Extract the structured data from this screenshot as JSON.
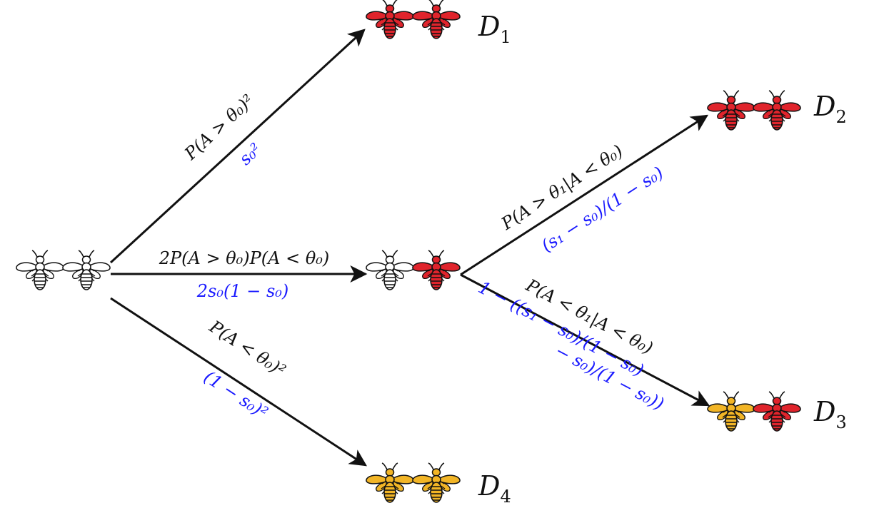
{
  "colors": {
    "unassigned": "#ffffff",
    "red": "#e0242c",
    "yellow": "#f2b526",
    "outline": "#111111",
    "blue_text": "#1a1aff"
  },
  "nodes": {
    "root": {
      "bees": [
        "white",
        "white"
      ]
    },
    "mid": {
      "bees": [
        "white",
        "red"
      ]
    },
    "d1": {
      "label": "D",
      "sub": "1",
      "bees": [
        "red",
        "red"
      ]
    },
    "d2": {
      "label": "D",
      "sub": "2",
      "bees": [
        "red",
        "red"
      ]
    },
    "d3": {
      "label": "D",
      "sub": "3",
      "bees": [
        "yellow",
        "red"
      ]
    },
    "d4": {
      "label": "D",
      "sub": "4",
      "bees": [
        "yellow",
        "yellow"
      ]
    }
  },
  "edges": {
    "root_d1": {
      "black": "P(A > θ₀)²",
      "blue": "s₀²"
    },
    "root_mid": {
      "black": "2P(A > θ₀)P(A < θ₀)",
      "blue": "2s₀(1 − s₀)"
    },
    "root_d4": {
      "black": "P(A < θ₀)²",
      "blue": "(1 − s₀)²"
    },
    "mid_d2": {
      "black": "P(A > θ₁|A < θ₀)",
      "blue": "(s₁ − s₀)/(1 − s₀)"
    },
    "mid_d3": {
      "black": "P(A < θ₁|A < θ₀)",
      "blue_line1": "1 − ((s₁ − s₀)/(1 − s₀)",
      "blue_line2": "− s₀)/(1 − s₀))"
    }
  }
}
